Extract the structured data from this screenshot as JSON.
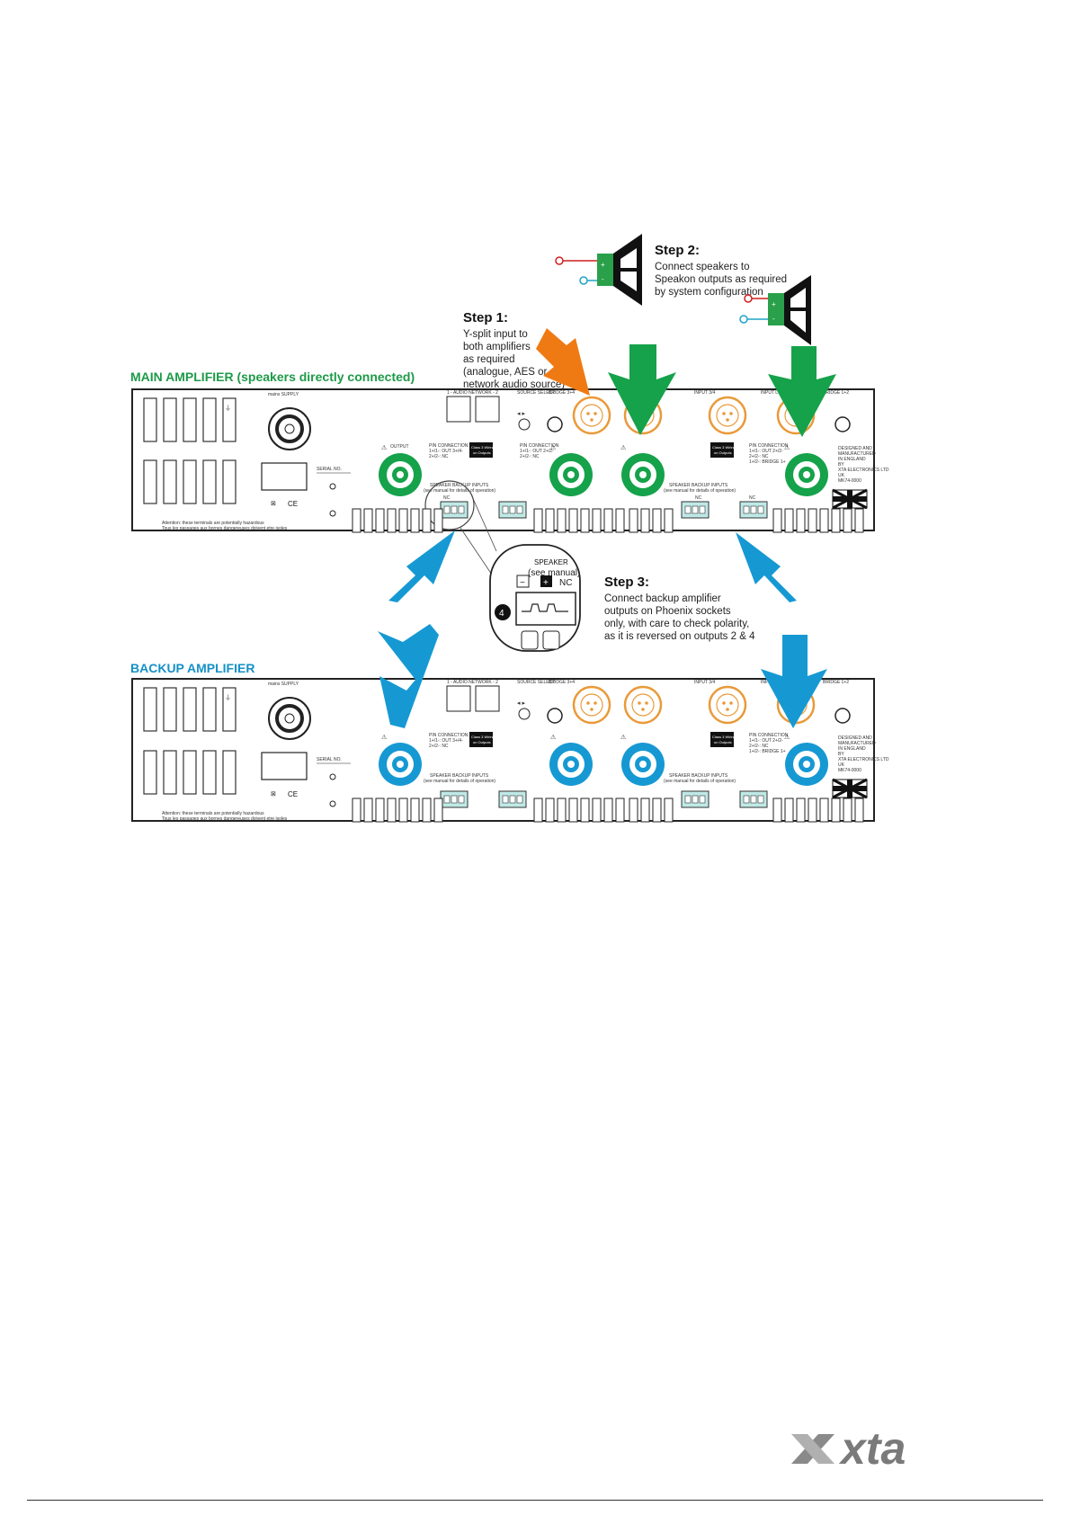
{
  "step1": {
    "title": "Step 1:",
    "lines": [
      "Y-split input to",
      "both amplifiers",
      "as required",
      "(analogue, AES or",
      "network audio source)"
    ]
  },
  "step2": {
    "title": "Step 2:",
    "lines": [
      "Connect speakers to",
      "Speakon outputs as required",
      "by system configuration"
    ]
  },
  "step3": {
    "title": "Step 3:",
    "lines": [
      "Connect backup amplifier",
      "outputs on Phoenix sockets",
      "only, with care to check polarity,",
      "as it is reversed on outputs 2 & 4"
    ]
  },
  "main_amp": {
    "label": "MAIN AMPLIFIER (speakers directly connected)"
  },
  "backup_amp": {
    "label": "BACKUP AMPLIFIER"
  },
  "panel": {
    "serial": "SERIAL NO.",
    "ce": "CE",
    "power": "mains SUPPLY",
    "network": "1 - AUDIO NETWORK - 2",
    "source_select": "SOURCE SELECT",
    "bridge_34": "BRIDGE 3+4",
    "bridge_12": "BRIDGE 1+2",
    "input_34": "INPUT 3/4",
    "input_link": "INPUT LINK",
    "output": "OUTPUT",
    "pin_connection": "PIN CONNECTION",
    "pin_lines_a": [
      "1+/1-: OUT 3+/4-",
      "2+/2-: NC"
    ],
    "pin_lines_b": [
      "1+/1-: OUT 2+/2-",
      "2+/2-: NC",
      "1+/2-: BRIDGE 1+"
    ],
    "wiring_box": [
      "Class 3 Wiring",
      "on Outputs"
    ],
    "backup_inputs": "SPEAKER BACKUP INPUTS",
    "backup_inputs_note": "(see manual for details of operation)",
    "nc": "NC",
    "designed": [
      "DESIGNED AND",
      "MANUFACTURED",
      "IN ENGLAND",
      "BY",
      "XTA ELECTRONICS LTD",
      "UK",
      "MK74-0000"
    ],
    "warning": "Attention: these terminals are potentially hazardous",
    "warning2": "Tous les passages aux bornes dangereuses doivent etre isoles"
  },
  "zoom": {
    "title": "SPEAKER",
    "note": "(see manual)",
    "nc": "NC",
    "number": "4",
    "minus": "−",
    "plus": "+"
  },
  "speaker": {
    "plus": "+",
    "minus": "-"
  },
  "logo": {
    "text": "xta"
  },
  "colors": {
    "green": "#15a24a",
    "blue": "#1699d3",
    "orange": "#ef7a14",
    "xlr_orange": "#e99a3a",
    "red": "#d11f1f",
    "cyan": "#1fa3c8",
    "main_label": "#1d9a48",
    "backup_label": "#1590c8",
    "logo": "#7a7a7a"
  }
}
